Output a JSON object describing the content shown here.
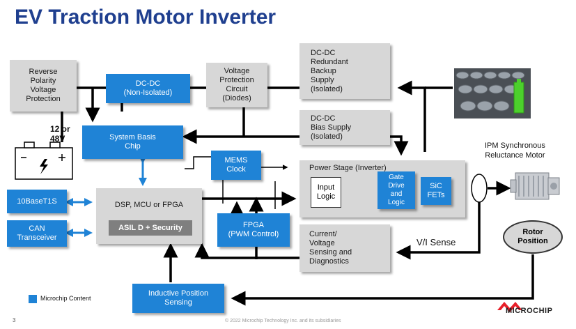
{
  "title": "EV Traction Motor Inverter",
  "blocks": {
    "reverse_polarity": "Reverse\nPolarity\nVoltage\nProtection",
    "dcdc_nonisolated": "DC-DC\n(Non-Isolated)",
    "voltage_protection": "Voltage\nProtection\nCircuit\n(Diodes)",
    "dcdc_redundant": "DC-DC\nRedundant\nBackup\nSupply\n(Isolated)",
    "dcdc_bias": "DC-DC\nBias Supply\n(Isolated)",
    "system_basis_chip": "System Basis\nChip",
    "mems_clock": "MEMS\nClock",
    "power_stage": "Power Stage (Inverter)",
    "input_logic": "Input\nLogic",
    "gate_drive": "Gate\nDrive\nand\nLogic",
    "sic_fets": "SiC\nFETs",
    "ethernet_10base": "10BaseT1S",
    "can_transceiver": "CAN\nTransceiver",
    "dsp_mcu_fpga": "DSP, MCU or FPGA",
    "asil_security": "ASIL D + Security",
    "fpga_pwm": "FPGA\n(PWM Control)",
    "current_voltage_sensing": "Current/\nVoltage\nSensing  and\nDiagnostics",
    "inductive_position": "Inductive Position\nSensing",
    "rotor_position": "Rotor\nPosition"
  },
  "labels": {
    "battery_voltage": "12 or\n48V",
    "motor": "IPM Synchronous\nReluctance Motor",
    "vi_sense": "V/I Sense"
  },
  "legend": {
    "label": "Microchip Content"
  },
  "footer": {
    "page_number": "3",
    "copyright": "© 2022 Microchip Technology Inc. and its subsidiaries",
    "logo_text": "MICROCHIP"
  },
  "colors": {
    "title": "#1f3f8f",
    "microchip_block": "#1f83d6",
    "generic_block": "#d7d7d7",
    "logo_red": "#e8202a"
  }
}
